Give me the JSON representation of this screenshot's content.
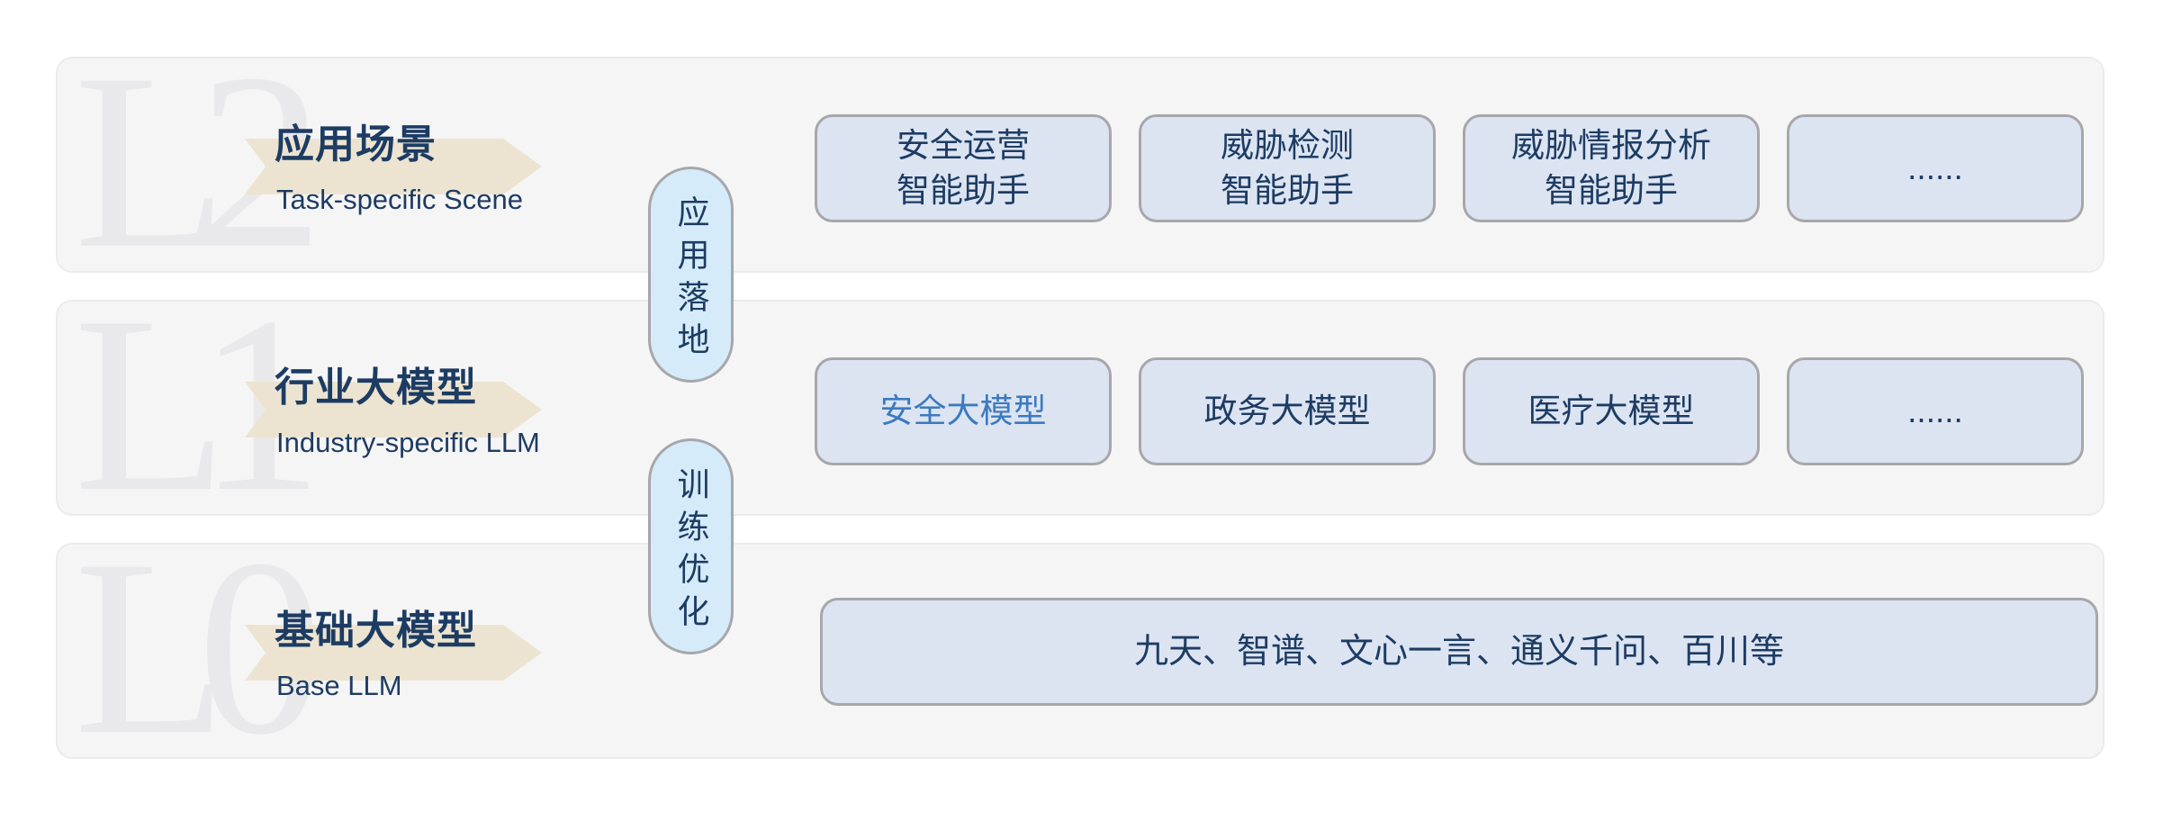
{
  "diagram": {
    "description_note": "Three-layer LLM architecture diagram",
    "layers": [
      {
        "id": "L2",
        "watermark": "L2",
        "title": "应用场景",
        "subtitle": "Task-specific Scene",
        "cards": [
          {
            "label": "安全运营\n智能助手"
          },
          {
            "label": "威胁检测\n智能助手"
          },
          {
            "label": "威胁情报分析\n智能助手"
          },
          {
            "label": "......"
          }
        ]
      },
      {
        "id": "L1",
        "watermark": "L1",
        "title": "行业大模型",
        "subtitle": "Industry-specific LLM",
        "cards": [
          {
            "label": "安全大模型",
            "accent": true
          },
          {
            "label": "政务大模型"
          },
          {
            "label": "医疗大模型"
          },
          {
            "label": "......"
          }
        ]
      },
      {
        "id": "L0",
        "watermark": "L0",
        "title": "基础大模型",
        "subtitle": "Base LLM",
        "cards": [
          {
            "label": "九天、智谱、文心一言、通义千问、百川等",
            "wide": true
          }
        ]
      }
    ],
    "connectors": [
      {
        "label": "应用落地",
        "position": "between L2 and L1"
      },
      {
        "label": "训练优化",
        "position": "between L1 and L0"
      }
    ]
  },
  "colors": {
    "panel-bg": "#f6f5f6",
    "panel-border": "#ebebee",
    "watermark": "#e9e8eb",
    "arrow-beige": "#ece4d0",
    "navy": "#1d3c63",
    "card-bg": "#dce4f2",
    "card-border": "#a7a7ab",
    "pill-bg": "#d6ebfa",
    "accent-text": "#3b7ac0"
  }
}
